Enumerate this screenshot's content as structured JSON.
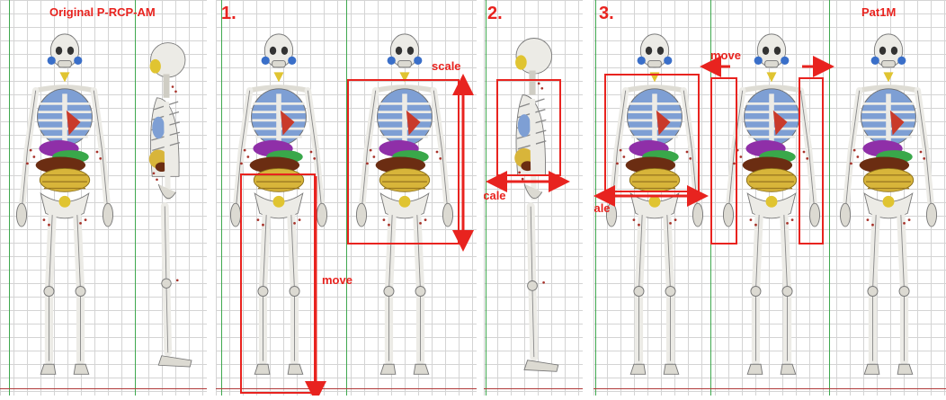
{
  "labels": {
    "original": "Original P-RCP-AM",
    "step1": "1.",
    "step2": "2.",
    "step3": "3.",
    "pat": "Pat1M",
    "scale": "scale",
    "move": "move"
  },
  "colors": {
    "annotation": "#e8231f",
    "grid": "#d4d4d4",
    "axis_line": "#3fa84f",
    "bone": "#ecebe6",
    "lung": "#7e9fd4",
    "liver": "#6b2d12",
    "intestine": "#d8b53a",
    "stomach": "#8f2fa8",
    "heart": "#c93a2a",
    "kidney": "#39a84a",
    "thyroid": "#e0c431",
    "bladder": "#e0c431"
  },
  "figures": [
    {
      "id": "original-front",
      "view": "front"
    },
    {
      "id": "original-side",
      "view": "side"
    },
    {
      "id": "step1-move",
      "view": "front"
    },
    {
      "id": "step1-scale",
      "view": "front"
    },
    {
      "id": "step2-side",
      "view": "side"
    },
    {
      "id": "step3-scale",
      "view": "front"
    },
    {
      "id": "step3-move",
      "view": "front"
    },
    {
      "id": "pat1m-front",
      "view": "front"
    }
  ]
}
